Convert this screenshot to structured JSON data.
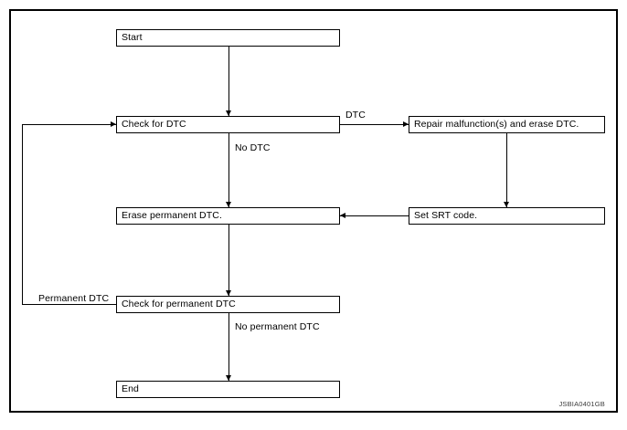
{
  "figure": {
    "id_code": "JSBIA0401GB",
    "frame": {
      "border_color": "#000000",
      "background": "#ffffff"
    },
    "line_color": "#000000"
  },
  "nodes": [
    {
      "key": "start",
      "label": "Start"
    },
    {
      "key": "check_dtc",
      "label": "Check for DTC"
    },
    {
      "key": "repair",
      "label": "Repair malfunction(s) and erase DTC."
    },
    {
      "key": "erase_permanent",
      "label": "Erase permanent DTC."
    },
    {
      "key": "set_srt",
      "label": "Set SRT code."
    },
    {
      "key": "check_permanent",
      "label": "Check for permanent DTC"
    },
    {
      "key": "end",
      "label": "End"
    }
  ],
  "edge_labels": [
    {
      "key": "dtc",
      "label": "DTC"
    },
    {
      "key": "no_dtc",
      "label": "No DTC"
    },
    {
      "key": "permanent_dtc",
      "label": "Permanent DTC"
    },
    {
      "key": "no_permanent_dtc",
      "label": "No permanent DTC"
    }
  ]
}
